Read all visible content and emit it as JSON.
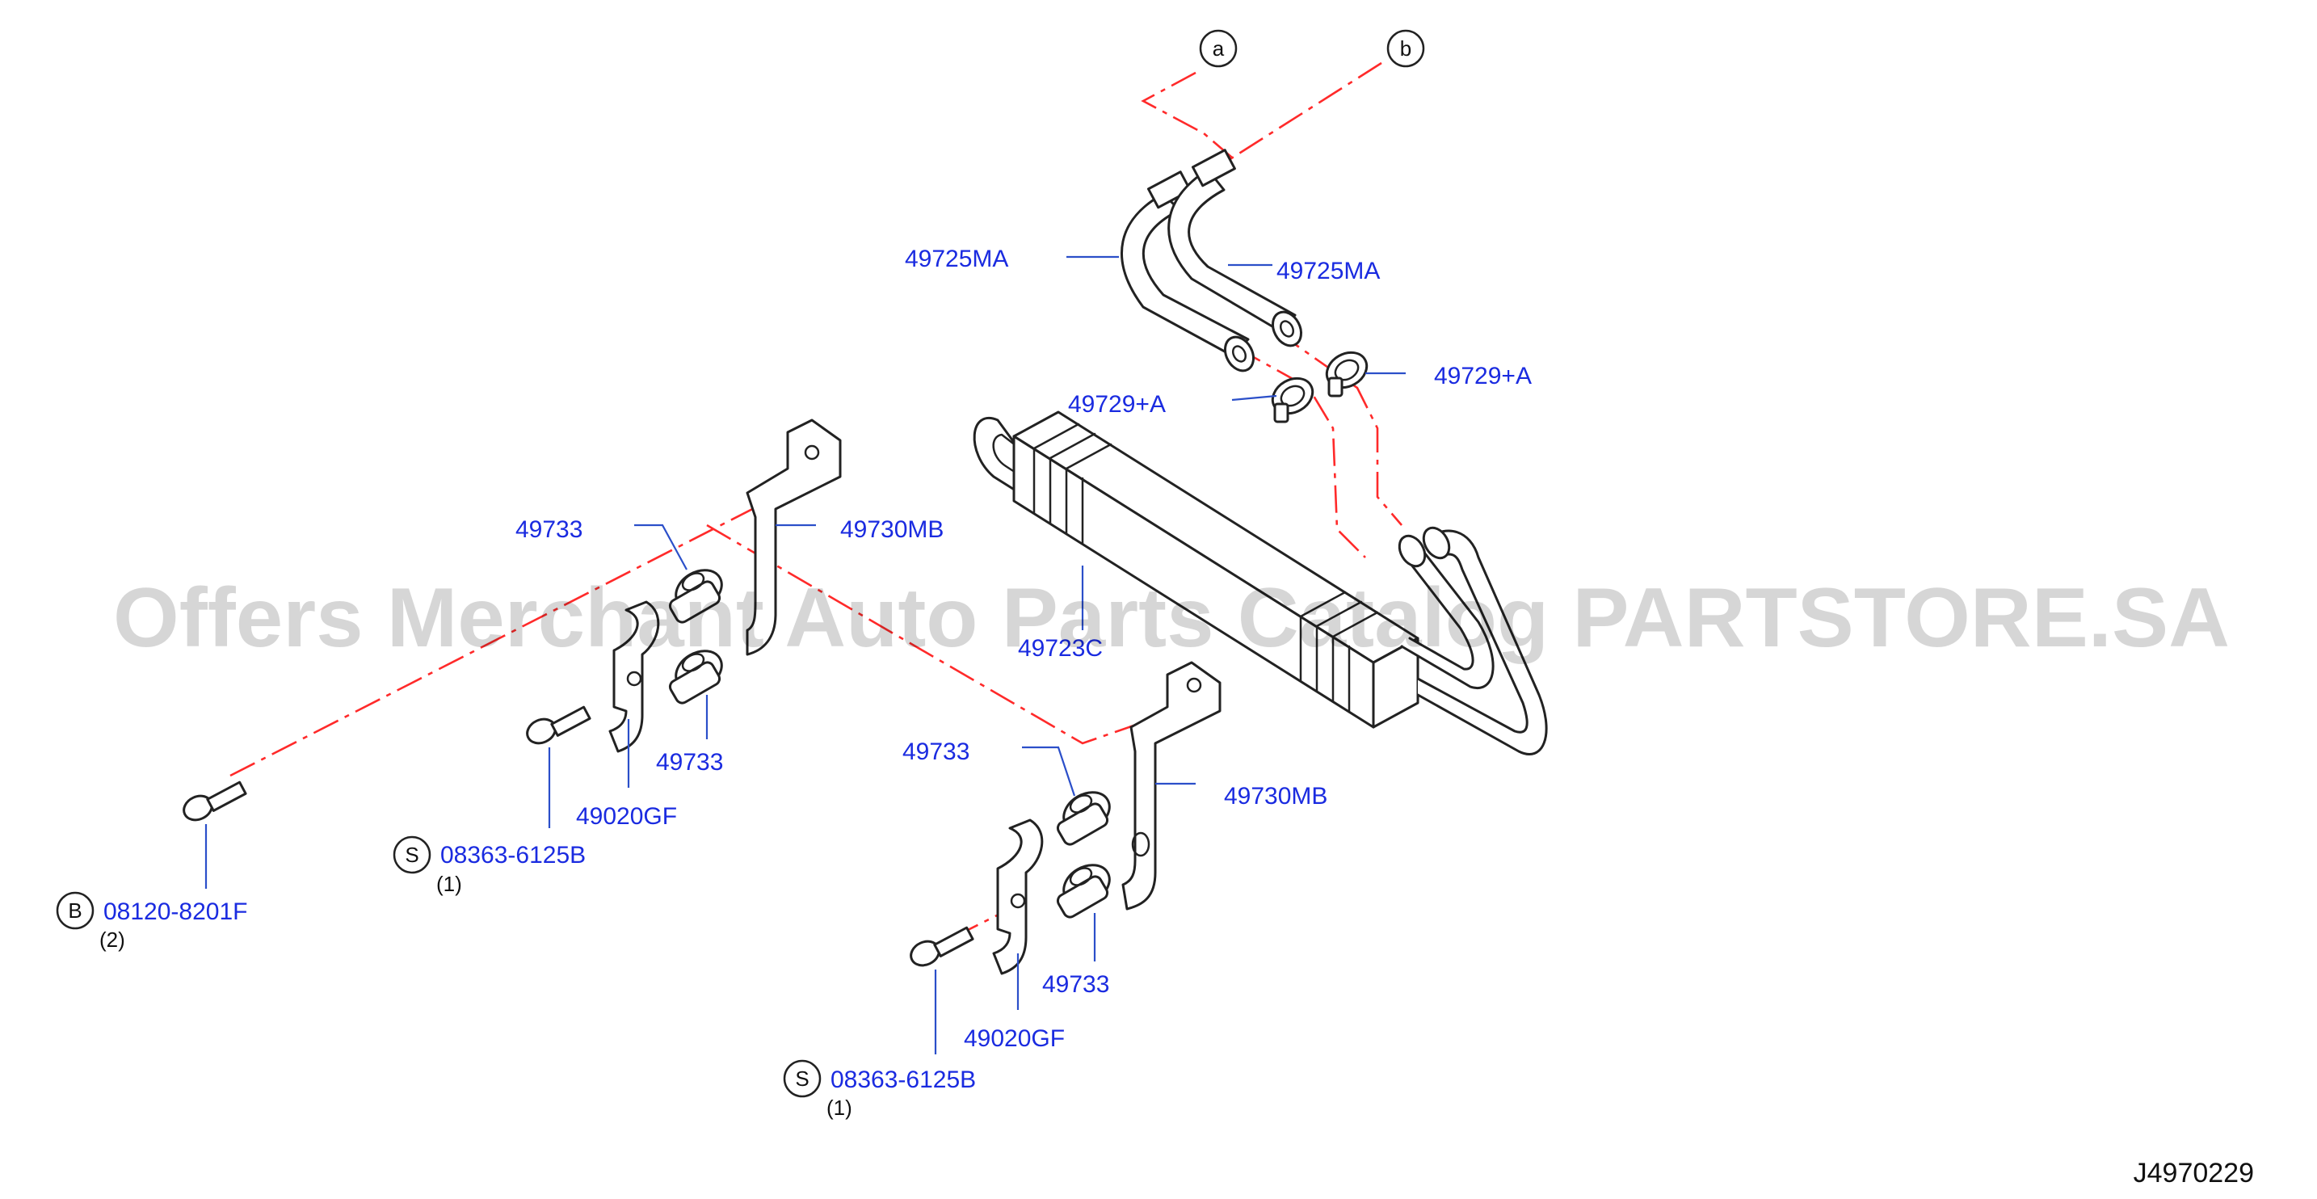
{
  "labels": {
    "hose_upper_left": "49725MA",
    "hose_upper_right": "49725MA",
    "clamp_right": "49729+A",
    "clamp_left": "49729+A",
    "cooler": "49723C",
    "bracket_upper": "49730MB",
    "bracket_lower": "49730MB",
    "insulator_1": "49733",
    "insulator_2": "49733",
    "insulator_3": "49733",
    "insulator_4": "49733",
    "clamp_plate_upper": "49020GF",
    "clamp_plate_lower": "49020GF",
    "bolt_s_upper": "08363-6125B",
    "bolt_s_lower": "08363-6125B",
    "bolt_b": "08120-8201F"
  },
  "quantities": {
    "bolt_s_upper": "(1)",
    "bolt_s_lower": "(1)",
    "bolt_b": "(2)"
  },
  "markers": {
    "ref_a": "a",
    "ref_b": "b",
    "symbol_s_upper": "S",
    "symbol_s_lower": "S",
    "symbol_b": "B"
  },
  "diagram_code": "J4970229",
  "watermark": "Offers Merchant Auto Parts Catalog PARTSTORE.SA",
  "colors": {
    "label_blue": "#1a2be0",
    "centerline_red": "#ff2a2a",
    "line_black": "#222222"
  }
}
